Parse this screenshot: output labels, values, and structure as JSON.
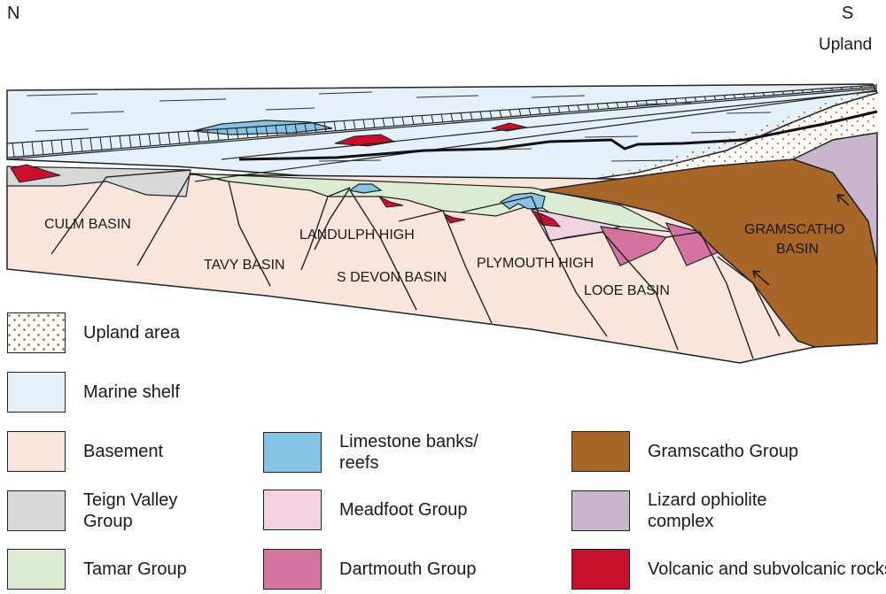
{
  "directions": {
    "north": "N",
    "south": "S",
    "south_note": "Upland"
  },
  "regions": {
    "culm": "CULM BASIN",
    "tavy": "TAVY BASIN",
    "landulph": "LANDULPH HIGH",
    "sdevon": "S DEVON BASIN",
    "plymouth": "PLYMOUTH HIGH",
    "looe": "LOOE BASIN",
    "gramscatho_1": "GRAMSCATHO",
    "gramscatho_2": "BASIN"
  },
  "legend": [
    {
      "id": "upland",
      "label": "Upland area",
      "color": "#ffffff",
      "pattern": "stipple"
    },
    {
      "id": "marine",
      "label": "Marine shelf",
      "color": "#e4f1fa"
    },
    {
      "id": "basement",
      "label": "Basement",
      "color": "#f8e6dc"
    },
    {
      "id": "limestone",
      "label": "Limestone banks/ reefs",
      "color": "#87c3e6"
    },
    {
      "id": "gramscatho",
      "label": "Gramscatho Group",
      "color": "#a86628"
    },
    {
      "id": "teign",
      "label": "Teign Valley Group",
      "color": "#d8d8d8"
    },
    {
      "id": "meadfoot",
      "label": "Meadfoot Group",
      "color": "#f1d2e0"
    },
    {
      "id": "lizard",
      "label": "Lizard ophiolite complex",
      "color": "#c9b5cc"
    },
    {
      "id": "tamar",
      "label": "Tamar Group",
      "color": "#dcebd4"
    },
    {
      "id": "dartmouth",
      "label": "Dartmouth Group",
      "color": "#d472a0"
    },
    {
      "id": "volcanic",
      "label": "Volcanic and subvolcanic rocks",
      "color": "#c8102e"
    }
  ]
}
